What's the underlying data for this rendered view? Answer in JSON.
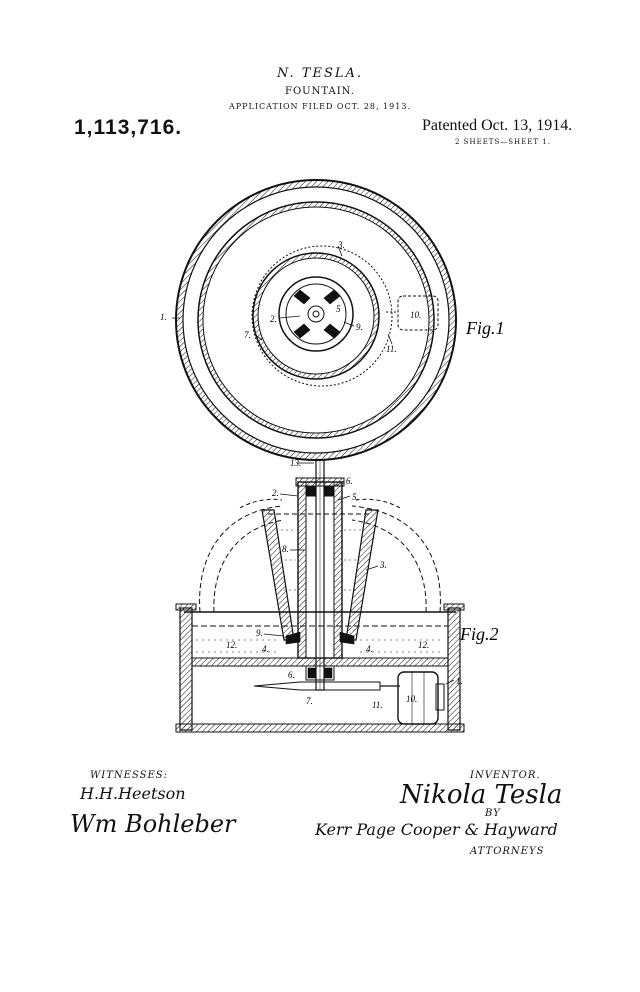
{
  "header": {
    "inventor": "N. TESLA.",
    "title": "FOUNTAIN.",
    "filed": "APPLICATION FILED OCT. 28, 1913.",
    "patent_number": "1,113,716.",
    "patented": "Patented Oct. 13, 1914.",
    "sheets": "2 SHEETS—SHEET 1."
  },
  "figures": {
    "fig1": {
      "label": "Fig.1",
      "refs": {
        "r1": "1.",
        "r2": "2.",
        "r3": "3.",
        "r5": "5",
        "r7": "7.",
        "r9": "9.",
        "r10": "10.",
        "r11": "11."
      }
    },
    "fig2": {
      "label": "Fig.2",
      "refs": {
        "r13": "13.",
        "r6": "6.",
        "r2": "2.",
        "r5": "5.",
        "r8": "8.",
        "r3": "3.",
        "r9": "9.",
        "r4a": "4.",
        "r4b": "4.",
        "r12a": "12.",
        "r12b": "12.",
        "r6b": "6.",
        "r1": "1.",
        "r7": "7.",
        "r11": "11.",
        "r10": "10."
      }
    }
  },
  "footer": {
    "witnesses_label": "WITNESSES:",
    "witness_1": "H.H.Heetson",
    "witness_2": "Wm Bohleber",
    "inventor_label": "INVENTOR.",
    "inventor_signature": "Nikola Tesla",
    "by_label": "BY",
    "attorneys_signature": "Kerr Page Cooper & Hayward",
    "attorneys_label": "ATTORNEYS"
  }
}
